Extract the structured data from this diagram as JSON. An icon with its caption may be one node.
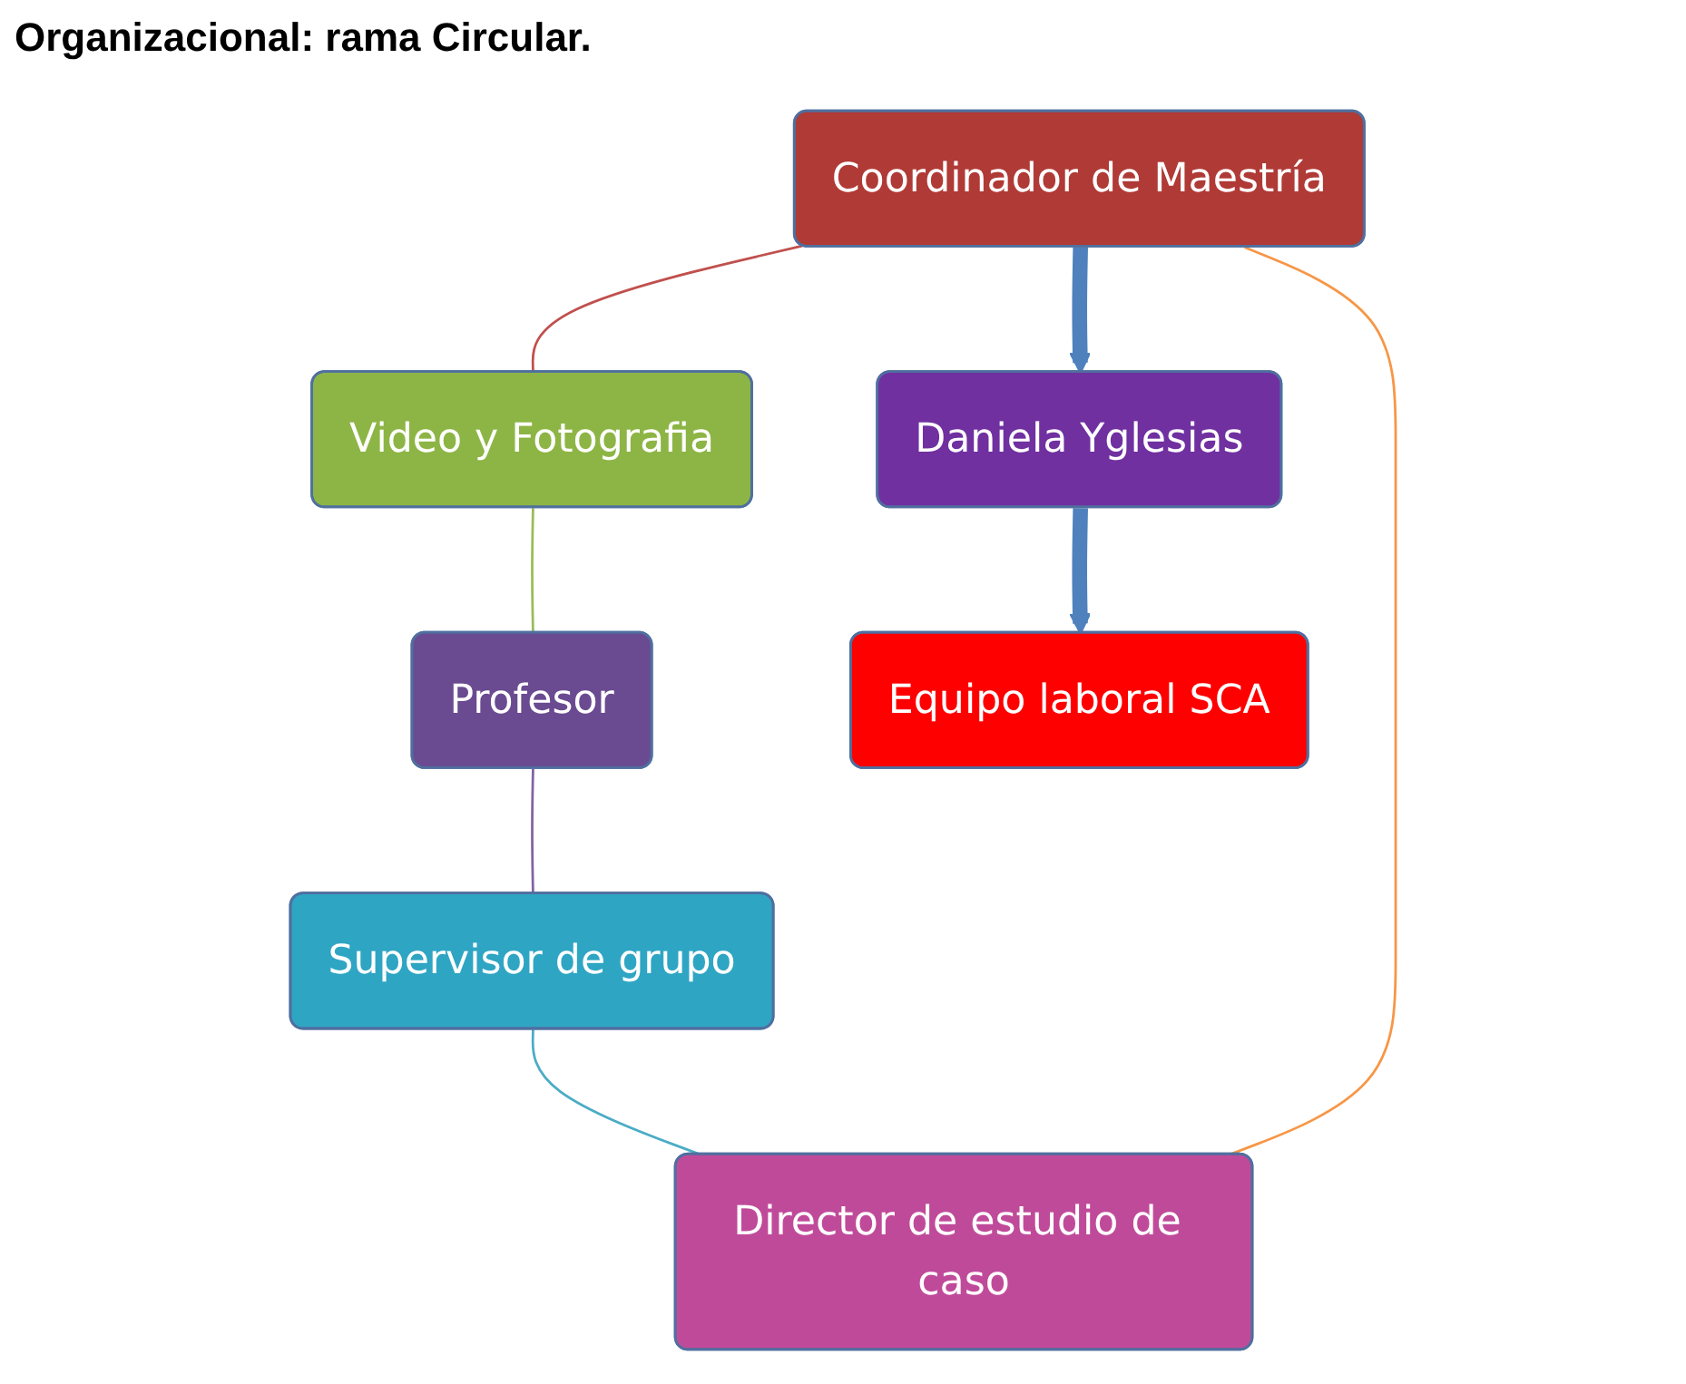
{
  "diagram": {
    "title": "Organizacional: rama Circular.",
    "nodes": [
      {
        "text": [
          "Coordinador de Maestría"
        ]
      },
      {
        "text": [
          "Video y Fotografia"
        ]
      },
      {
        "text": [
          "Profesor"
        ]
      },
      {
        "text": [
          "Supervisor de grupo"
        ]
      },
      {
        "text": [
          "Director de estudio de caso"
        ]
      },
      {
        "text": [
          "Daniela Yglesias"
        ]
      },
      {
        "text": [
          "Equipo laboral SCA"
        ]
      }
    ],
    "edges": [
      {
        "from": 0,
        "to": 1,
        "arrow": "none",
        "color": "#c0504d"
      },
      {
        "from": 1,
        "to": 2,
        "arrow": "none",
        "color": "#9bbb59"
      },
      {
        "from": 2,
        "to": 3,
        "arrow": "none",
        "color": "#8064a2"
      },
      {
        "from": 3,
        "to": 4,
        "arrow": "none",
        "color": "#4bacc6"
      },
      {
        "from": 4,
        "to": 0,
        "arrow": "none",
        "color": "#f79646"
      },
      {
        "from": 0,
        "to": 5,
        "arrow": "to",
        "style": "thick",
        "color": "#4f81bd"
      },
      {
        "from": 5,
        "to": 6,
        "arrow": "to",
        "style": "thick",
        "color": "#4f81bd"
      }
    ]
  }
}
